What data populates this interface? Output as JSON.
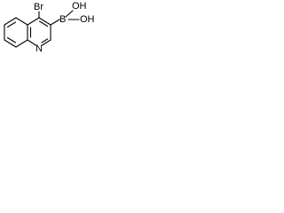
{
  "molecule": {
    "labels": {
      "bromine": "Br",
      "nitrogen": "N",
      "boron": "B",
      "hydroxyl_top": "OH",
      "hydroxyl_right": "OH"
    }
  }
}
